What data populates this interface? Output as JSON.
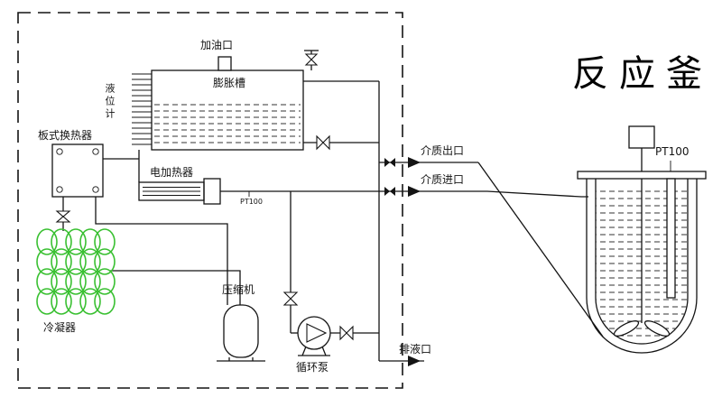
{
  "diagram": {
    "unit": {
      "oil_fill_port": "加油口",
      "expansion_tank": "膨胀槽",
      "level_gauge": "液位计",
      "plate_heat_exchanger": "板式换热器",
      "electric_heater": "电加热器",
      "heater_sensor": "PT100",
      "condenser": "冷凝器",
      "compressor": "压缩机",
      "circulation_pump": "循环泵",
      "medium_outlet": "介质出口",
      "medium_inlet": "介质进口",
      "drain_port": "排液口"
    },
    "reactor": {
      "title": "反应釜",
      "temp_sensor": "PT100"
    },
    "colors": {
      "line": "#141414",
      "condenser_coil": "#3ac032",
      "background": "#ffffff"
    }
  }
}
